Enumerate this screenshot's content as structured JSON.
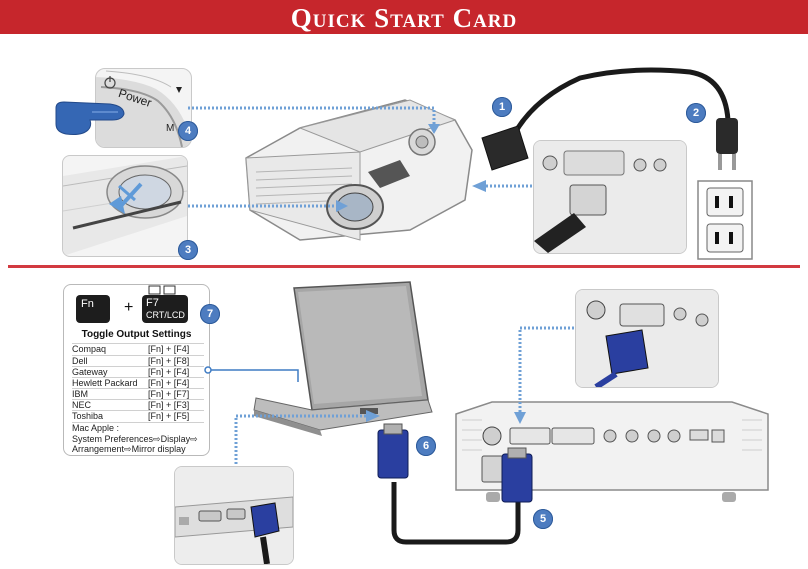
{
  "header": {
    "title": "Quick Start Card"
  },
  "callouts": [
    "1",
    "2",
    "3",
    "4",
    "5",
    "6",
    "7"
  ],
  "power_label": "Power",
  "keys": {
    "fn": "Fn",
    "plus": "+",
    "f7": "F7",
    "f7_sub": "CRT/LCD"
  },
  "toggle": {
    "title": "Toggle Output Settings",
    "rows": [
      {
        "brand": "Compaq",
        "keys": "[Fn] + [F4]"
      },
      {
        "brand": "Dell",
        "keys": "[Fn] + [F8]"
      },
      {
        "brand": "Gateway",
        "keys": "[Fn] + [F4]"
      },
      {
        "brand": "Hewlett Packard",
        "keys": "[Fn] + [F4]"
      },
      {
        "brand": "IBM",
        "keys": "[Fn] + [F7]"
      },
      {
        "brand": "NEC",
        "keys": "[Fn] + [F3]"
      },
      {
        "brand": "Toshiba",
        "keys": "[Fn] + [F5]"
      }
    ],
    "mac_title": "Mac Apple :",
    "mac_line1": "System Preferences⇨Display⇨",
    "mac_line2": "Arrangement⇨Mirror display"
  },
  "colors": {
    "banner": "#c6262c",
    "callout": "#4d7cc0",
    "arrow": "#6fa0d6",
    "cable": "#1a1a1a",
    "vga": "#2a3fa0"
  }
}
